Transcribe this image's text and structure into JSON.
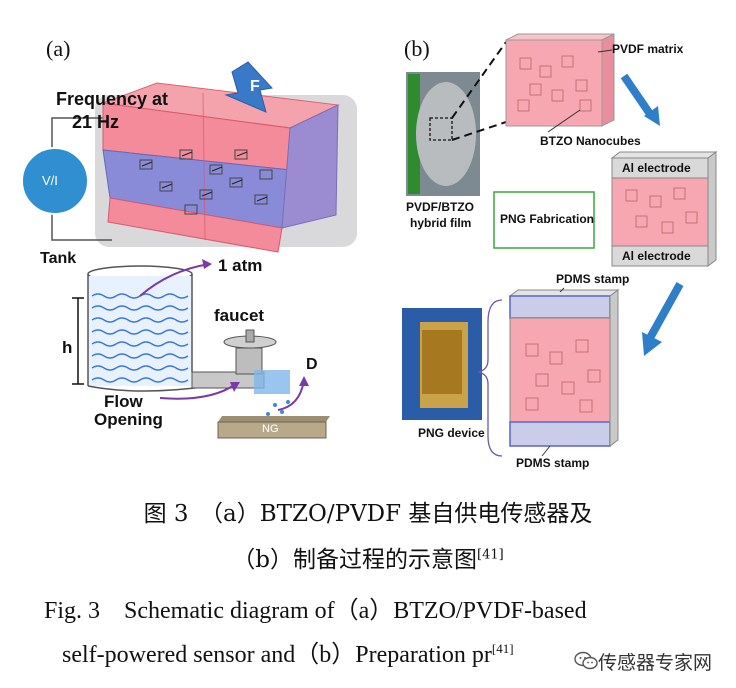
{
  "panel_a": {
    "label": "(a)",
    "frequency_line1": "Frequency at",
    "frequency_line2": "21 Hz",
    "force": "F",
    "meter": "V/I",
    "tank": "Tank",
    "pressure": "1 atm",
    "height": "h",
    "faucet": "faucet",
    "distance": "D",
    "flow_line1": "Flow",
    "flow_line2": "Opening",
    "generator": "NG"
  },
  "panel_b": {
    "label": "(b)",
    "pvdf_matrix": "PVDF matrix",
    "btzo_nanocubes": "BTZO Nanocubes",
    "film_line1": "PVDF/BTZO",
    "film_line2": "hybrid film",
    "png_fabrication": "PNG Fabrication",
    "al_top": "Al electrode",
    "al_bottom": "Al electrode",
    "pdms_top": "PDMS stamp",
    "pdms_bottom": "PDMS stamp",
    "png_device": "PNG device"
  },
  "caption": {
    "zh_line1": "图 3　（a）BTZO/PVDF 基自供电传感器及",
    "zh_line2": "（b）制备过程的示意图",
    "zh_ref": "[41]",
    "en_line1": "Fig. 3　Schematic diagram of（a）BTZO/PVDF-based",
    "en_line2": "self-powered sensor and（b）Preparation pr",
    "en_ref": "[41]"
  },
  "watermark": "传感器专家网"
}
